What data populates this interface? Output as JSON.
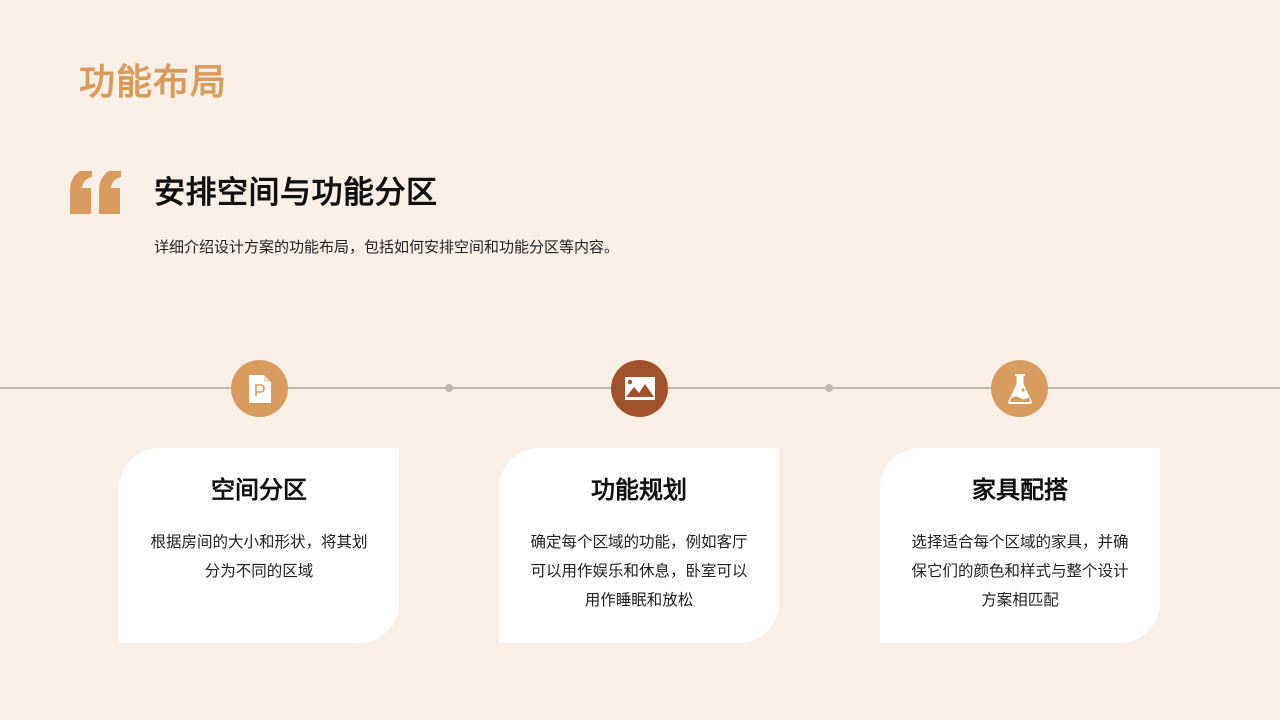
{
  "page": {
    "title": "功能布局"
  },
  "intro": {
    "quote_icon": "quote-icon",
    "headline": "安排空间与功能分区",
    "description": "详细介绍设计方案的功能布局，包括如何安排空间和功能分区等内容。"
  },
  "timeline": {
    "nodes": [
      {
        "icon": "document-p-icon",
        "color": "#d89c5e"
      },
      {
        "icon": "image-icon",
        "color": "#a0522d"
      },
      {
        "icon": "flask-icon",
        "color": "#d89c5e"
      }
    ]
  },
  "cards": [
    {
      "title": "空间分区",
      "text": "根据房间的大小和形状，将其划分为不同的区域"
    },
    {
      "title": "功能规划",
      "text": "确定每个区域的功能，例如客厅可以用作娱乐和休息，卧室可以用作睡眠和放松"
    },
    {
      "title": "家具配搭",
      "text": "选择适合每个区域的家具，并确保它们的颜色和样式与整个设计方案相匹配"
    }
  ],
  "colors": {
    "background": "#f9efe6",
    "accent": "#d89c5e",
    "accent_dark": "#a0522d",
    "line": "#bfb8b2",
    "card": "#ffffff",
    "text": "#111111"
  }
}
